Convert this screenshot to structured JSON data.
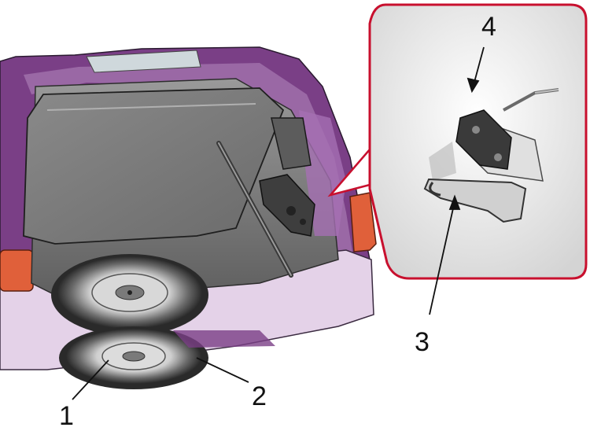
{
  "callouts": {
    "label_1": "1",
    "label_2": "2",
    "label_3": "3",
    "label_4": "4"
  },
  "colors": {
    "body_purple": "#7a3f86",
    "body_purple_light": "#b58ac0",
    "outline_red": "#c8102e",
    "taillight": "#e0603a",
    "interior_gray": "#8c8c8c",
    "panel_gray": "#6f6f6f",
    "inset_bg": "#e6e6e6"
  }
}
